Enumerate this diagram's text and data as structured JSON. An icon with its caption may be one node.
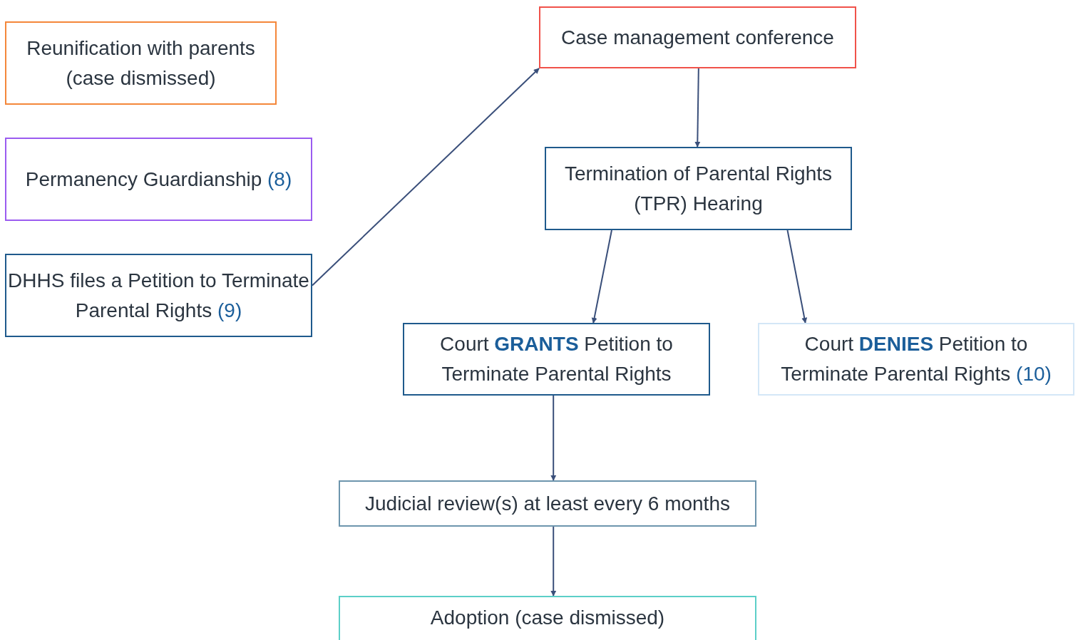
{
  "diagram": {
    "nodes": [
      {
        "text": [
          "Reunification with parents (case dismissed)"
        ]
      },
      {
        "text": [
          "Permanency Guardianship (8)"
        ]
      },
      {
        "text": [
          "DHHS files a Petition to Terminate Parental Rights (9)"
        ]
      },
      {
        "text": [
          "Case management conference"
        ]
      },
      {
        "text": [
          "Termination of Parental Rights (TPR) Hearing"
        ]
      },
      {
        "text": [
          "Court **GRANTS** Petition to Terminate Parental Rights"
        ]
      },
      {
        "text": [
          "Court **DENIES** Petition to Terminate Parental Rights (10)"
        ]
      },
      {
        "text": [
          "Judicial review(s) at least every 6 months"
        ]
      },
      {
        "text": [
          "Adoption (case dismissed)"
        ]
      }
    ],
    "edges": [
      {
        "from": 2,
        "to": 3,
        "arrow": "to"
      },
      {
        "from": 3,
        "to": 4,
        "arrow": "to"
      },
      {
        "from": 4,
        "to": 5,
        "arrow": "to"
      },
      {
        "from": 4,
        "to": 6,
        "arrow": "to"
      },
      {
        "from": 5,
        "to": 7,
        "arrow": "to"
      },
      {
        "from": 7,
        "to": 8,
        "arrow": "to"
      }
    ]
  }
}
